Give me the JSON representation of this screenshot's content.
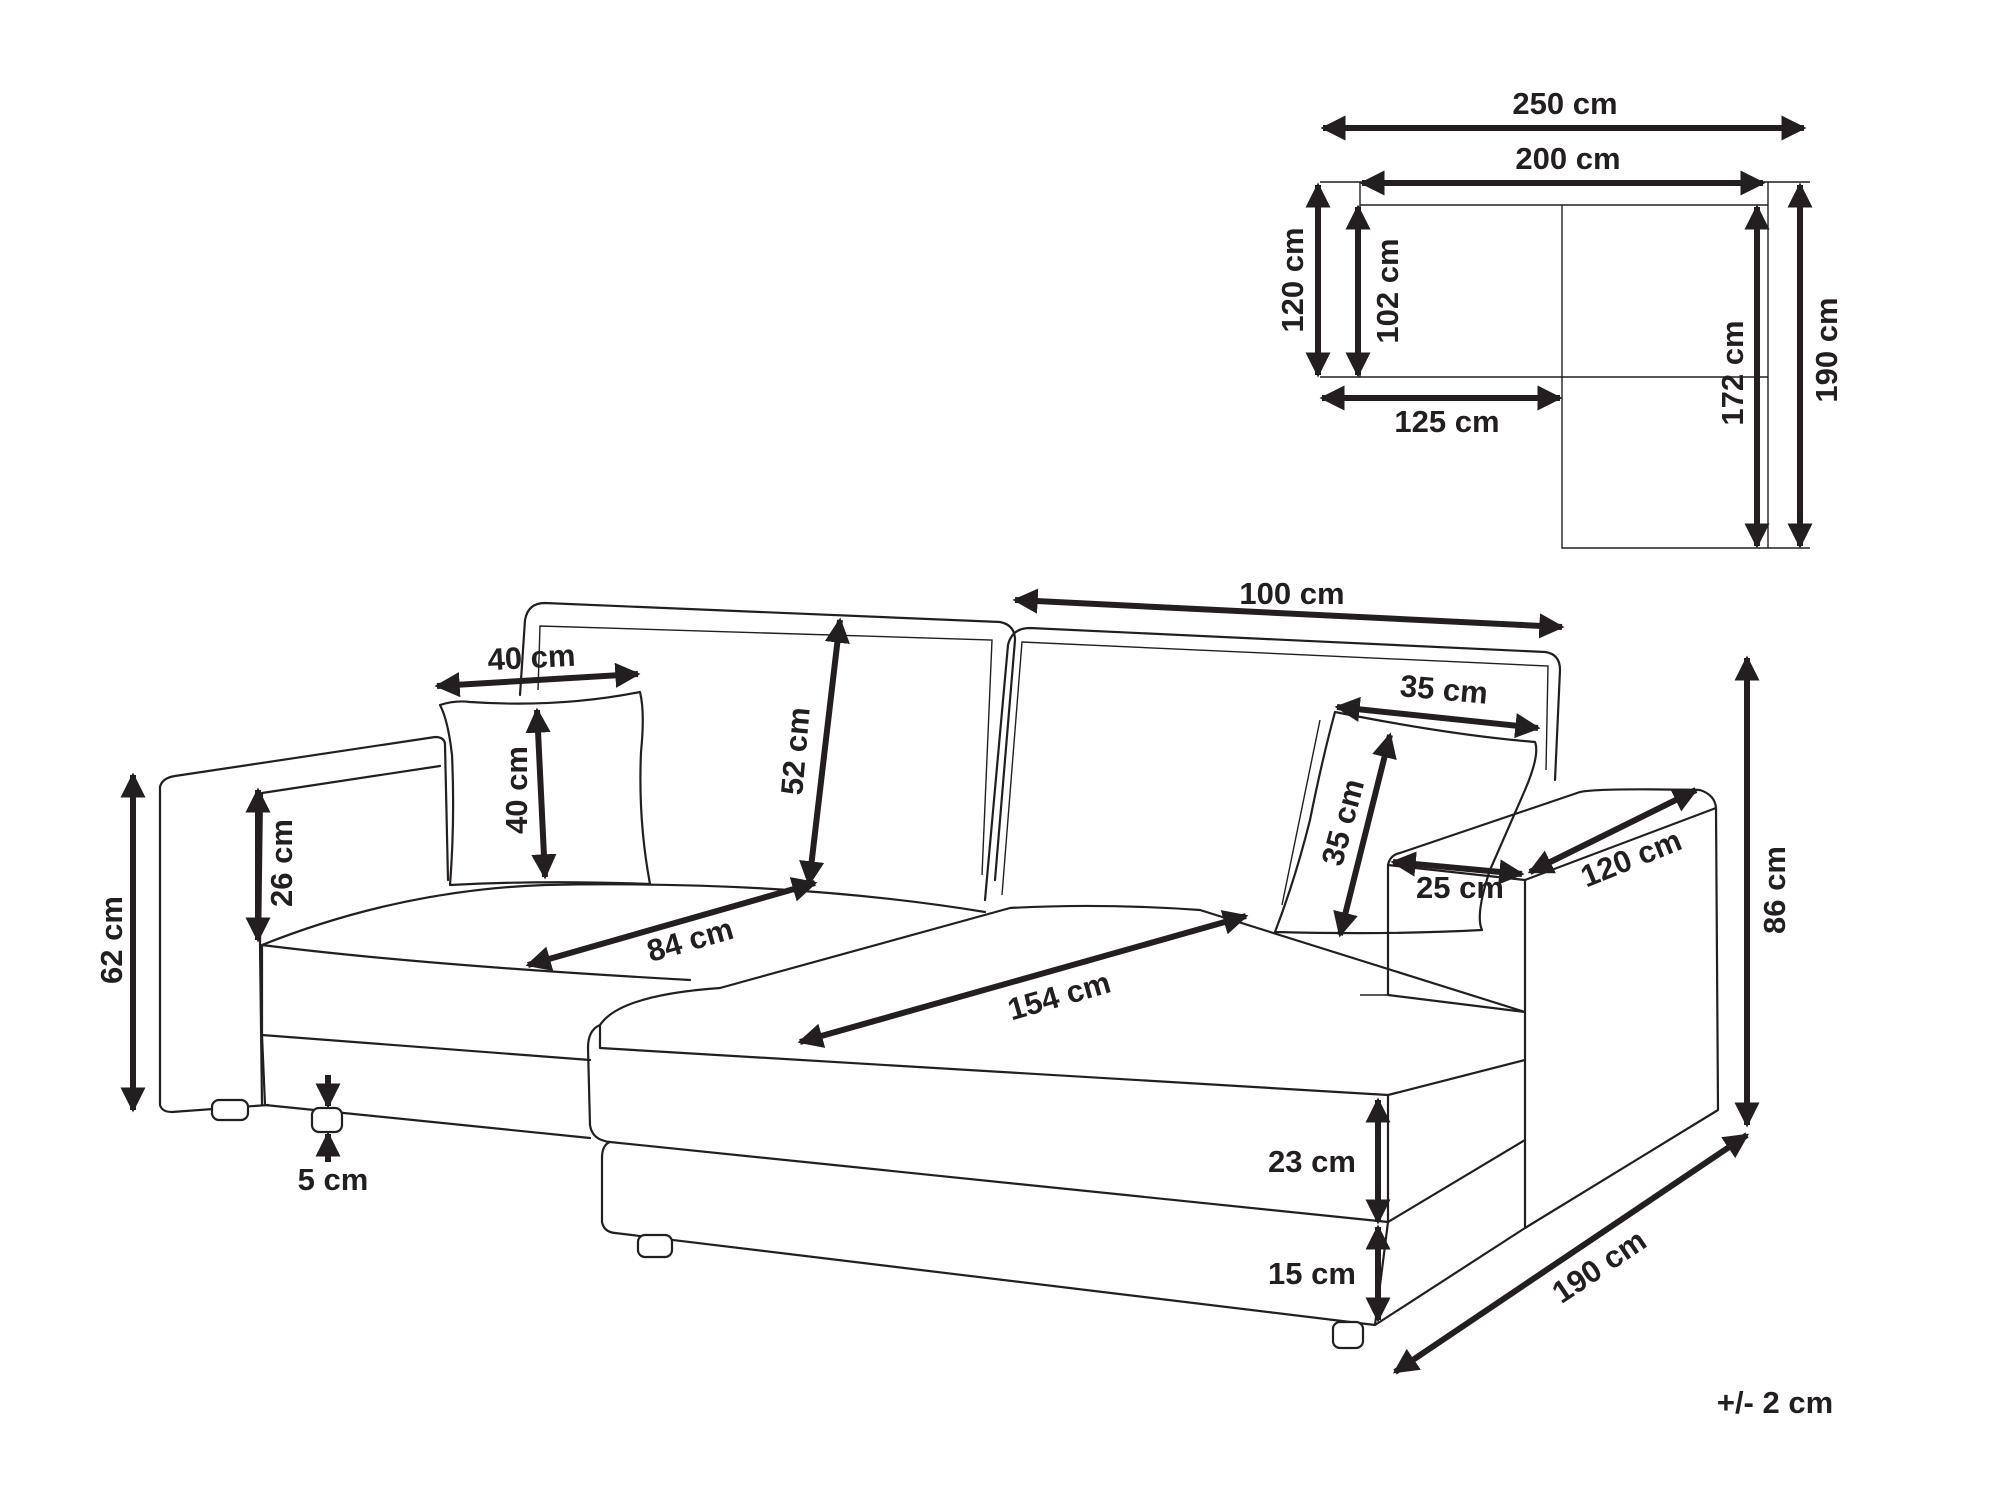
{
  "colors": {
    "ink": "#231f20",
    "background": "#ffffff"
  },
  "plan": {
    "total_width": "250 cm",
    "seat_width": "200 cm",
    "back_depth": "120 cm",
    "seat_depth": "102 cm",
    "sofa_part_width": "125 cm",
    "chaise_seat_length": "172 cm",
    "chaise_length": "190 cm"
  },
  "sofa": {
    "chaise_back_width": "100 cm",
    "pillow_left_width": "40 cm",
    "pillow_left_height": "40 cm",
    "backrest_height": "52 cm",
    "pillow_right_width": "35 cm",
    "pillow_right_height": "35 cm",
    "armrest_height": "26 cm",
    "total_height_left": "62 cm",
    "seat_depth_left": "84 cm",
    "chaise_seat_length": "154 cm",
    "armrest_width": "25 cm",
    "armrest_length": "120 cm",
    "total_height": "86 cm",
    "seat_cushion_height": "23 cm",
    "base_height": "15 cm",
    "leg_height": "5 cm",
    "chaise_length": "190 cm"
  },
  "tolerance": "+/- 2 cm"
}
